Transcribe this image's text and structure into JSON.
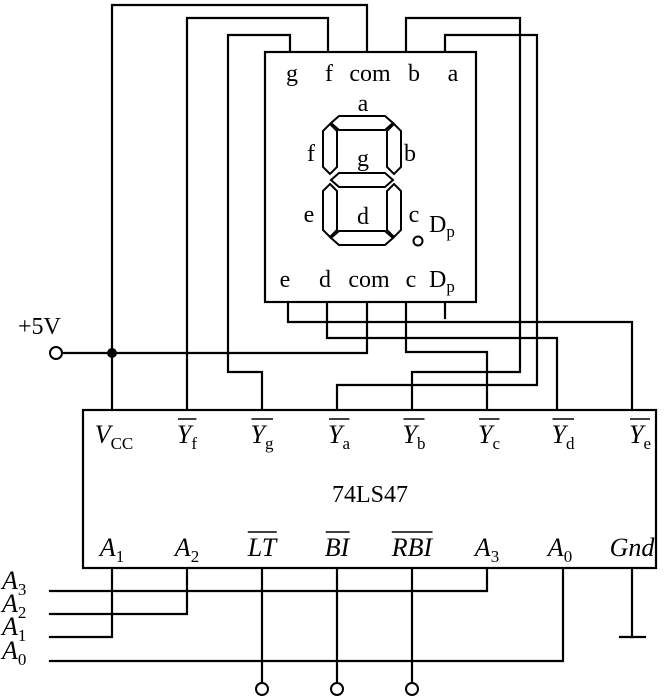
{
  "display": {
    "top_pins": [
      {
        "id": "g",
        "label": "g"
      },
      {
        "id": "f",
        "label": "f"
      },
      {
        "id": "com-top",
        "label": "com"
      },
      {
        "id": "b",
        "label": "b"
      },
      {
        "id": "a",
        "label": "a"
      }
    ],
    "bottom_pins": [
      {
        "id": "e",
        "label": "e"
      },
      {
        "id": "d",
        "label": "d"
      },
      {
        "id": "com-bottom",
        "label": "com"
      },
      {
        "id": "c",
        "label": "c"
      },
      {
        "id": "dp",
        "label": "D",
        "sub": "p"
      }
    ],
    "segment_labels": {
      "a": "a",
      "b": "b",
      "c": "c",
      "d": "d",
      "e": "e",
      "f": "f",
      "g": "g",
      "dp": "D",
      "dp_sub": "p"
    }
  },
  "supply": {
    "label": "+5V"
  },
  "chip": {
    "name": "74LS47",
    "top_pins": [
      {
        "id": "vcc",
        "main": "V",
        "sub": "CC",
        "overline": false
      },
      {
        "id": "yf",
        "main": "Y",
        "sub": "f",
        "overline": true
      },
      {
        "id": "yg",
        "main": "Y",
        "sub": "g",
        "overline": true
      },
      {
        "id": "ya",
        "main": "Y",
        "sub": "a",
        "overline": true
      },
      {
        "id": "yb",
        "main": "Y",
        "sub": "b",
        "overline": true
      },
      {
        "id": "yc",
        "main": "Y",
        "sub": "c",
        "overline": true
      },
      {
        "id": "yd",
        "main": "Y",
        "sub": "d",
        "overline": true
      },
      {
        "id": "ye",
        "main": "Y",
        "sub": "e",
        "overline": true
      }
    ],
    "bottom_pins": [
      {
        "id": "a1",
        "main": "A",
        "sub": "1",
        "overline": false
      },
      {
        "id": "a2",
        "main": "A",
        "sub": "2",
        "overline": false
      },
      {
        "id": "lt",
        "main": "LT",
        "sub": "",
        "overline": true
      },
      {
        "id": "bi",
        "main": "BI",
        "sub": "",
        "overline": true
      },
      {
        "id": "rbi",
        "main": "RBI",
        "sub": "",
        "overline": true
      },
      {
        "id": "a3",
        "main": "A",
        "sub": "3",
        "overline": false
      },
      {
        "id": "a0",
        "main": "A",
        "sub": "0",
        "overline": false
      },
      {
        "id": "gnd",
        "main": "Gnd",
        "sub": "",
        "overline": false
      }
    ]
  },
  "inputs": [
    {
      "id": "in-a3",
      "main": "A",
      "sub": "3"
    },
    {
      "id": "in-a2",
      "main": "A",
      "sub": "2"
    },
    {
      "id": "in-a1",
      "main": "A",
      "sub": "1"
    },
    {
      "id": "in-a0",
      "main": "A",
      "sub": "0"
    }
  ]
}
